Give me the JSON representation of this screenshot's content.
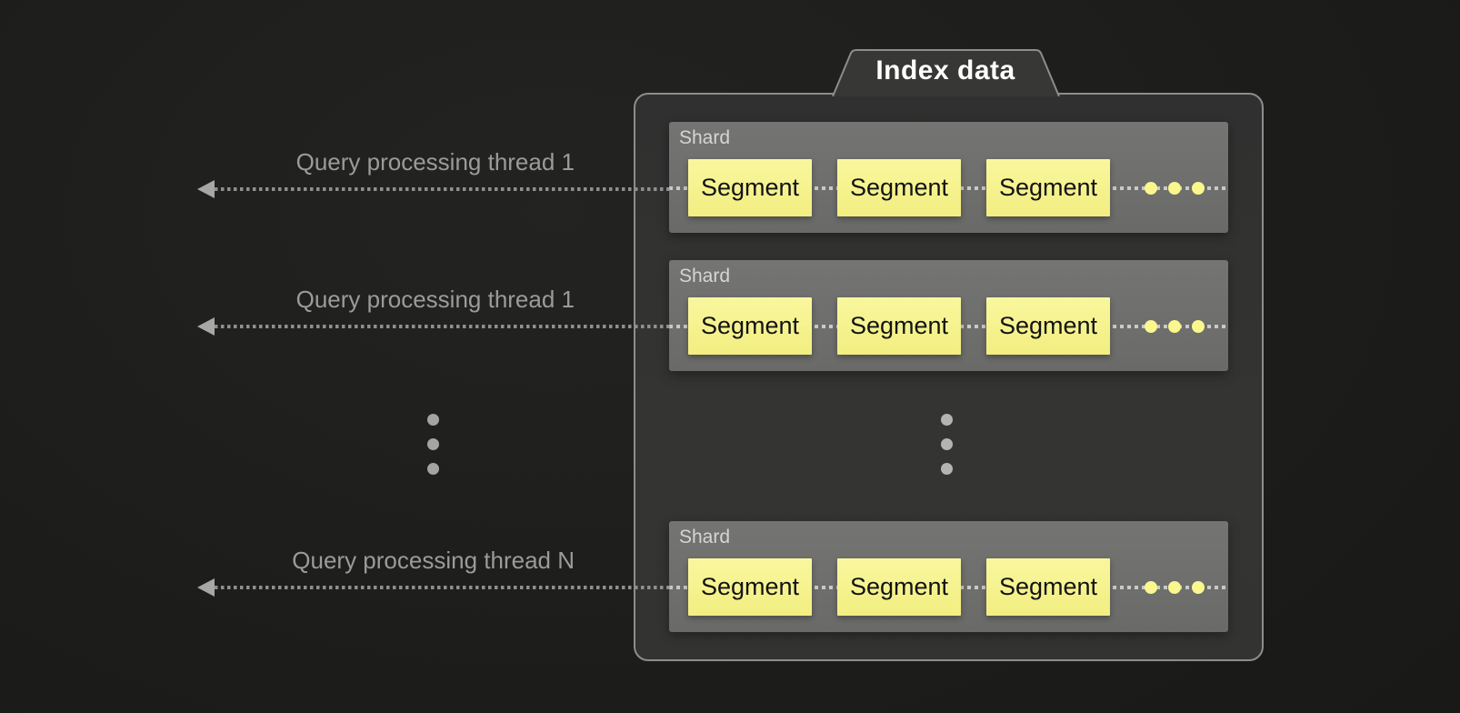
{
  "index_group": {
    "tab_label": "Index data"
  },
  "threads": [
    {
      "label": "Query processing thread 1"
    },
    {
      "label": "Query processing thread 1"
    },
    {
      "label": "Query processing thread N"
    }
  ],
  "shards": [
    {
      "label": "Shard",
      "segments": [
        "Segment",
        "Segment",
        "Segment"
      ]
    },
    {
      "label": "Shard",
      "segments": [
        "Segment",
        "Segment",
        "Segment"
      ]
    },
    {
      "label": "Shard",
      "segments": [
        "Segment",
        "Segment",
        "Segment"
      ]
    }
  ],
  "colors": {
    "background": "#1c1c1a",
    "container_fill": "#333331",
    "container_border": "#8d8d8d",
    "shard_fill": "#6f6f6d",
    "shard_label_text": "#d5d5d5",
    "segment_fill": "#f6f392",
    "segment_text": "#131313",
    "segment_more_dot": "#f9f78d",
    "arrow_dotted_gray": "#8f8f8f",
    "arrow_dotted_light": "#c9c9c9",
    "arrow_head": "#a7a7a7",
    "thread_label_text": "#9b9b9b",
    "tab_text": "#ffffff"
  }
}
